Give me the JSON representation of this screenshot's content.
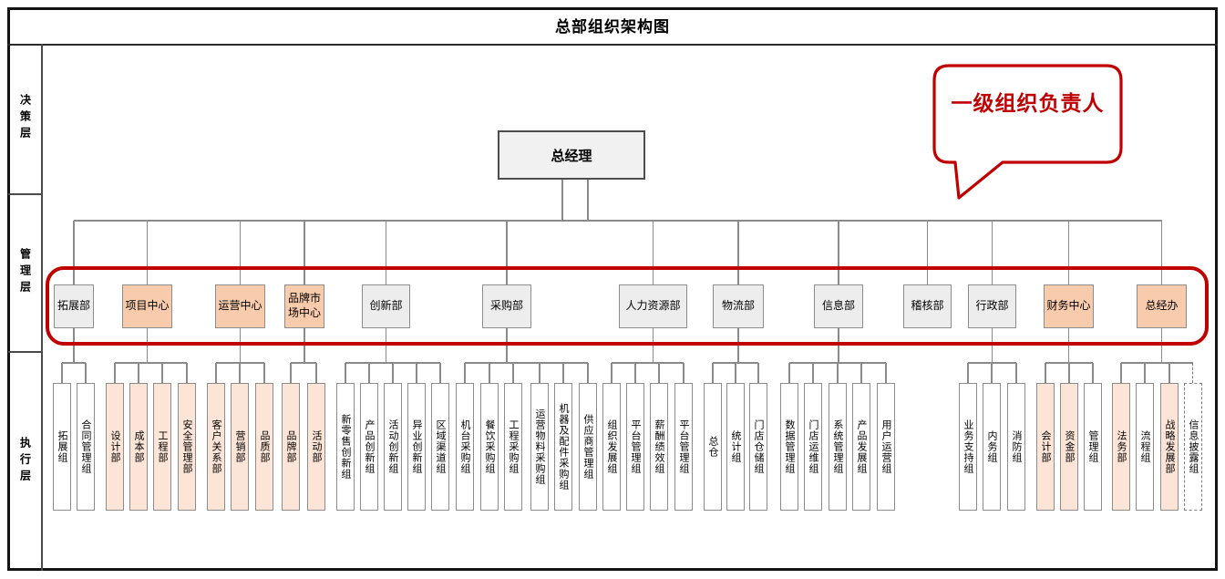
{
  "title": "总部组织架构图",
  "layers": [
    {
      "label": "决策层"
    },
    {
      "label": "管理层"
    },
    {
      "label": "执行层"
    }
  ],
  "root": {
    "label": "总经理"
  },
  "callout": {
    "text": "一级组织负责人"
  },
  "colors": {
    "accent_red": "#c00000",
    "dept_highlight": "#f8cbad",
    "team_highlight": "#fce4d6",
    "box_gray": "#ededed"
  },
  "departments": [
    {
      "label": "拓展部",
      "highlight": false,
      "teams": [
        {
          "label": "拓展组",
          "style": "plain"
        },
        {
          "label": "合同管理组",
          "style": "plain"
        }
      ]
    },
    {
      "label": "项目中心",
      "highlight": true,
      "teams": [
        {
          "label": "设计部",
          "style": "highlight"
        },
        {
          "label": "成本部",
          "style": "highlight"
        },
        {
          "label": "工程部",
          "style": "highlight"
        },
        {
          "label": "安全管理部",
          "style": "highlight"
        }
      ]
    },
    {
      "label": "运营中心",
      "highlight": true,
      "teams": [
        {
          "label": "客户关系部",
          "style": "highlight"
        },
        {
          "label": "营销部",
          "style": "highlight"
        },
        {
          "label": "品质部",
          "style": "highlight"
        }
      ]
    },
    {
      "label": "品牌市场中心",
      "highlight": true,
      "teams": [
        {
          "label": "品牌部",
          "style": "highlight"
        },
        {
          "label": "活动部",
          "style": "highlight"
        }
      ]
    },
    {
      "label": "创新部",
      "highlight": false,
      "teams": [
        {
          "label": "新零售创新组",
          "style": "plain"
        },
        {
          "label": "产品创新组",
          "style": "plain"
        },
        {
          "label": "活动创新组",
          "style": "plain"
        },
        {
          "label": "异业创新组",
          "style": "plain"
        },
        {
          "label": "区域渠道组",
          "style": "plain"
        }
      ]
    },
    {
      "label": "采购部",
      "highlight": false,
      "teams": [
        {
          "label": "机台采购组",
          "style": "plain"
        },
        {
          "label": "餐饮采购组",
          "style": "plain"
        },
        {
          "label": "工程采购组",
          "style": "plain"
        },
        {
          "label": "运营物料采购组",
          "style": "plain"
        },
        {
          "label": "机器及配件采购组",
          "style": "plain"
        },
        {
          "label": "供应商管理组",
          "style": "plain"
        }
      ]
    },
    {
      "label": "人力资源部",
      "highlight": false,
      "teams": [
        {
          "label": "组织发展组",
          "style": "plain"
        },
        {
          "label": "平台管理组",
          "style": "plain"
        },
        {
          "label": "薪酬绩效组",
          "style": "plain"
        },
        {
          "label": "平台管理组",
          "style": "plain"
        }
      ]
    },
    {
      "label": "物流部",
      "highlight": false,
      "teams": [
        {
          "label": "总仓",
          "style": "plain"
        },
        {
          "label": "统计组",
          "style": "plain"
        },
        {
          "label": "门店仓储组",
          "style": "plain"
        }
      ]
    },
    {
      "label": "信息部",
      "highlight": false,
      "teams": [
        {
          "label": "数据管理组",
          "style": "plain"
        },
        {
          "label": "门店运维组",
          "style": "plain"
        },
        {
          "label": "系统管理组",
          "style": "plain"
        },
        {
          "label": "产品发展组",
          "style": "plain"
        },
        {
          "label": "用户运营组",
          "style": "plain"
        }
      ]
    },
    {
      "label": "稽核部",
      "highlight": false,
      "teams": []
    },
    {
      "label": "行政部",
      "highlight": false,
      "teams": [
        {
          "label": "业务支持组",
          "style": "plain"
        },
        {
          "label": "内务组",
          "style": "plain"
        },
        {
          "label": "消防组",
          "style": "plain"
        }
      ]
    },
    {
      "label": "财务中心",
      "highlight": true,
      "teams": [
        {
          "label": "会计部",
          "style": "highlight"
        },
        {
          "label": "资金部",
          "style": "highlight"
        },
        {
          "label": "管理组",
          "style": "plain"
        }
      ]
    },
    {
      "label": "总经办",
      "highlight": true,
      "teams": [
        {
          "label": "法务部",
          "style": "highlight"
        },
        {
          "label": "流程组",
          "style": "plain"
        },
        {
          "label": "战略发展部",
          "style": "highlight"
        },
        {
          "label": "信息披露组",
          "style": "dashed"
        }
      ]
    }
  ]
}
